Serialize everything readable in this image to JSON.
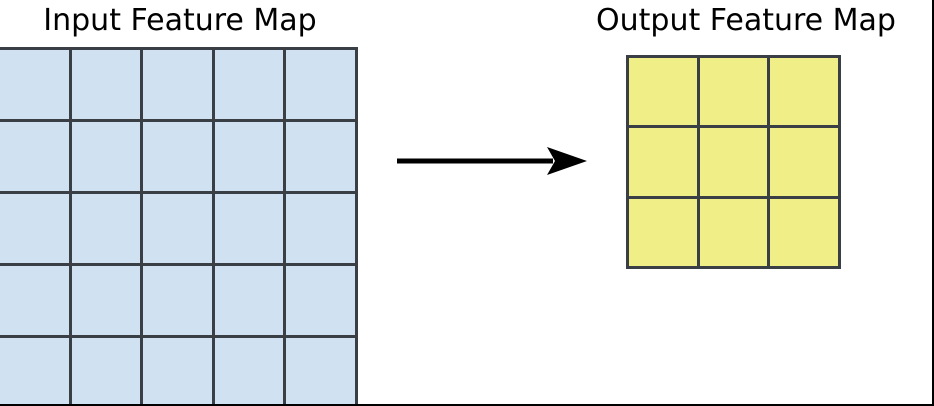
{
  "diagram": {
    "type": "convolution-feature-map-transformation",
    "background_color": "#ffffff"
  },
  "input": {
    "title": "Input Feature Map",
    "rows": 5,
    "cols": 5,
    "cell_color": "#d0e1f2",
    "grid_line_color": "#3a3f45"
  },
  "output": {
    "title": "Output Feature Map",
    "rows": 3,
    "cols": 3,
    "cell_color": "#f0ee87",
    "grid_line_color": "#3a3f45"
  },
  "arrow": {
    "name": "transformation-arrow",
    "direction": "right",
    "color": "#000000"
  }
}
